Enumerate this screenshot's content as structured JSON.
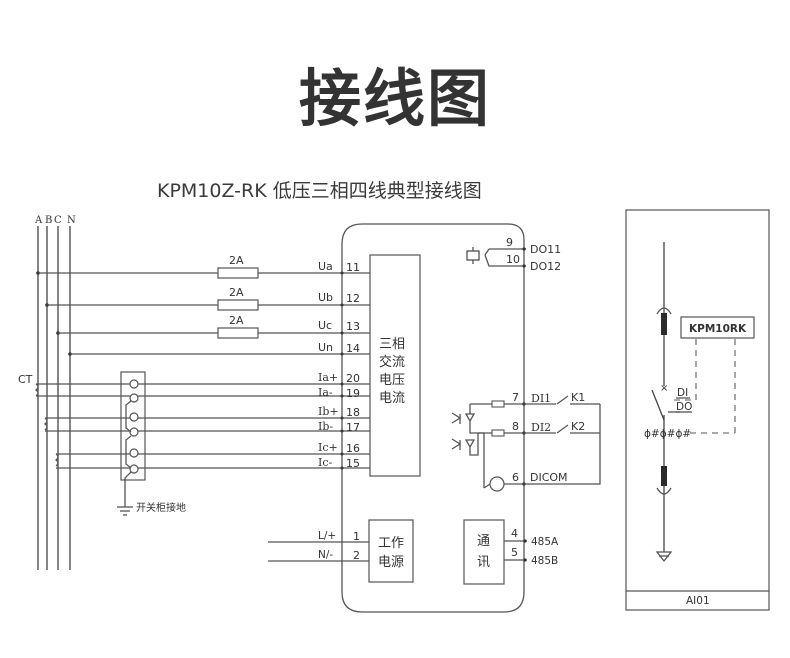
{
  "page": {
    "title": "接线图",
    "subtitle": "KPM10Z-RK  低压三相四线典型接线图"
  },
  "bus": {
    "phases": [
      "A",
      "B",
      "C",
      "N"
    ],
    "ct_label": "CT",
    "ground_label": "开关柜接地"
  },
  "voltage_inputs": [
    {
      "fuse": "2A",
      "signal": "Ua",
      "terminal": "11"
    },
    {
      "fuse": "2A",
      "signal": "Ub",
      "terminal": "12"
    },
    {
      "fuse": "2A",
      "signal": "Uc",
      "terminal": "13"
    },
    {
      "fuse": "",
      "signal": "Un",
      "terminal": "14"
    }
  ],
  "current_inputs": [
    {
      "signal": "Ia+",
      "terminal": "20"
    },
    {
      "signal": "Ia-",
      "terminal": "19"
    },
    {
      "signal": "Ib+",
      "terminal": "18"
    },
    {
      "signal": "Ib-",
      "terminal": "17"
    },
    {
      "signal": "Ic+",
      "terminal": "16"
    },
    {
      "signal": "Ic-",
      "terminal": "15"
    }
  ],
  "measure_block": {
    "lines": [
      "三相",
      "交流",
      "电压",
      "电流"
    ]
  },
  "relay_outputs": [
    {
      "terminal": "9",
      "signal": "DO11"
    },
    {
      "terminal": "10",
      "signal": "DO12"
    }
  ],
  "digital_inputs": [
    {
      "terminal": "7",
      "signal": "DI1",
      "contact": "K1"
    },
    {
      "terminal": "8",
      "signal": "DI2",
      "contact": "K2"
    },
    {
      "terminal": "6",
      "signal": "DICOM",
      "contact": ""
    }
  ],
  "power": {
    "block_lines": [
      "工作",
      "电源"
    ],
    "inputs": [
      {
        "signal": "L/+",
        "terminal": "1"
      },
      {
        "signal": "N/-",
        "terminal": "2"
      }
    ]
  },
  "comm": {
    "block_lines": [
      "通",
      "讯"
    ],
    "outputs": [
      {
        "terminal": "4",
        "signal": "485A"
      },
      {
        "terminal": "5",
        "signal": "485B"
      }
    ]
  },
  "panel": {
    "device_label": "KPM10RK",
    "di_label": "DI",
    "do_label": "DO",
    "ct_symbol": "ϕ#ϕ#ϕ#",
    "footer": "AI01"
  }
}
